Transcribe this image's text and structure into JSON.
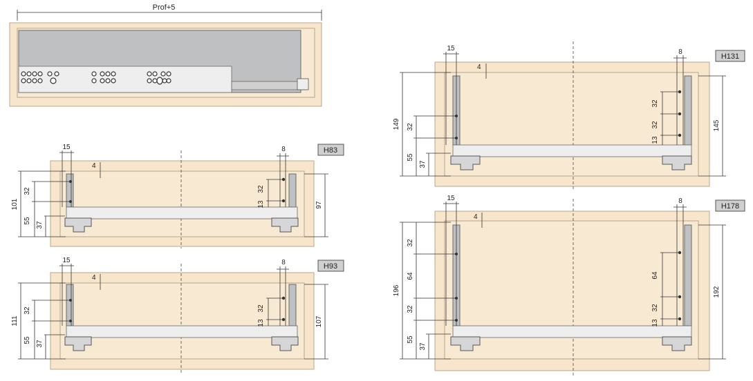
{
  "top_view": {
    "label": "Prof+5"
  },
  "icons": {
    "runner": "runner-profile-icon",
    "hole": "mounting-hole-icon"
  },
  "colors": {
    "wood": "#f7e6cc",
    "metal": "#bfc0c2",
    "tag": "#cfcfcf"
  },
  "h83": {
    "tag": "H83",
    "w15": "15",
    "w8": "8",
    "t4": "4",
    "l32": "32",
    "h101": "101",
    "l55": "55",
    "l37": "37",
    "r32": "32",
    "r13": "13",
    "h97": "97"
  },
  "h93": {
    "tag": "H93",
    "w15": "15",
    "w8": "8",
    "t4": "4",
    "l32": "32",
    "h111": "111",
    "l55": "55",
    "l37": "37",
    "r32": "32",
    "r13": "13",
    "h107": "107"
  },
  "h131": {
    "tag": "H131",
    "w15": "15",
    "w8": "8",
    "t4": "4",
    "l32": "32",
    "h149": "149",
    "l55": "55",
    "l37": "37",
    "r32a": "32",
    "r32b": "32",
    "r13": "13",
    "h145": "145"
  },
  "h178": {
    "tag": "H178",
    "w15": "15",
    "w8": "8",
    "t4": "4",
    "l32a": "32",
    "l64": "64",
    "l32b": "32",
    "h196": "196",
    "l55": "55",
    "l37": "37",
    "r64": "64",
    "r32": "32",
    "r13": "13",
    "h192": "192"
  }
}
